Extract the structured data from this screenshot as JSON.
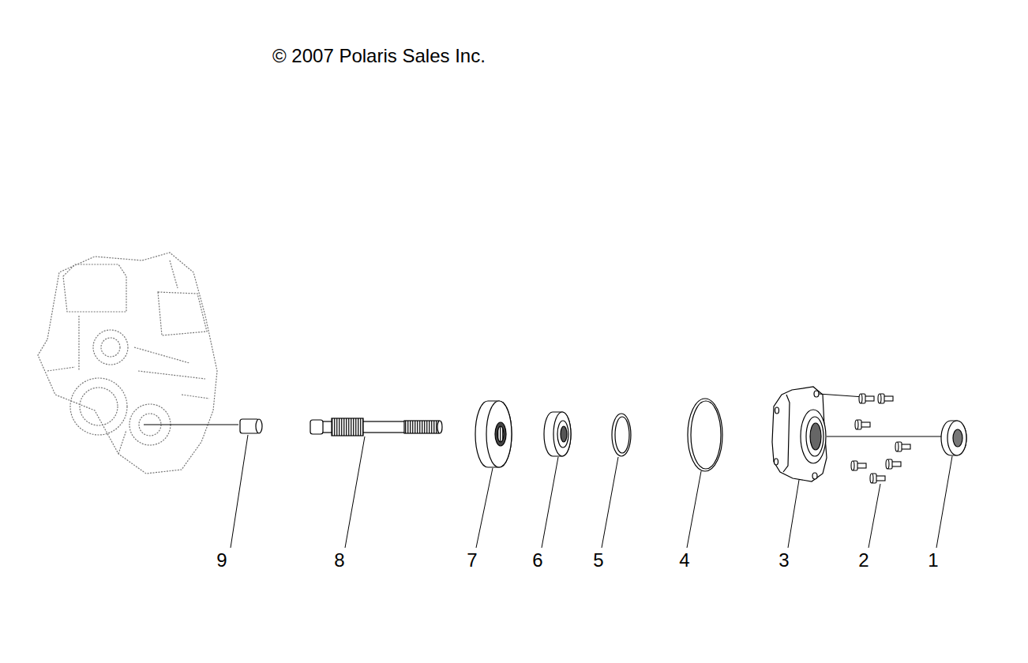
{
  "diagram": {
    "labels": [
      "© 2007 Polaris Sales Inc.",
      "9",
      "8",
      "7",
      "6",
      "5",
      "4",
      "3",
      "2",
      "1"
    ]
  }
}
